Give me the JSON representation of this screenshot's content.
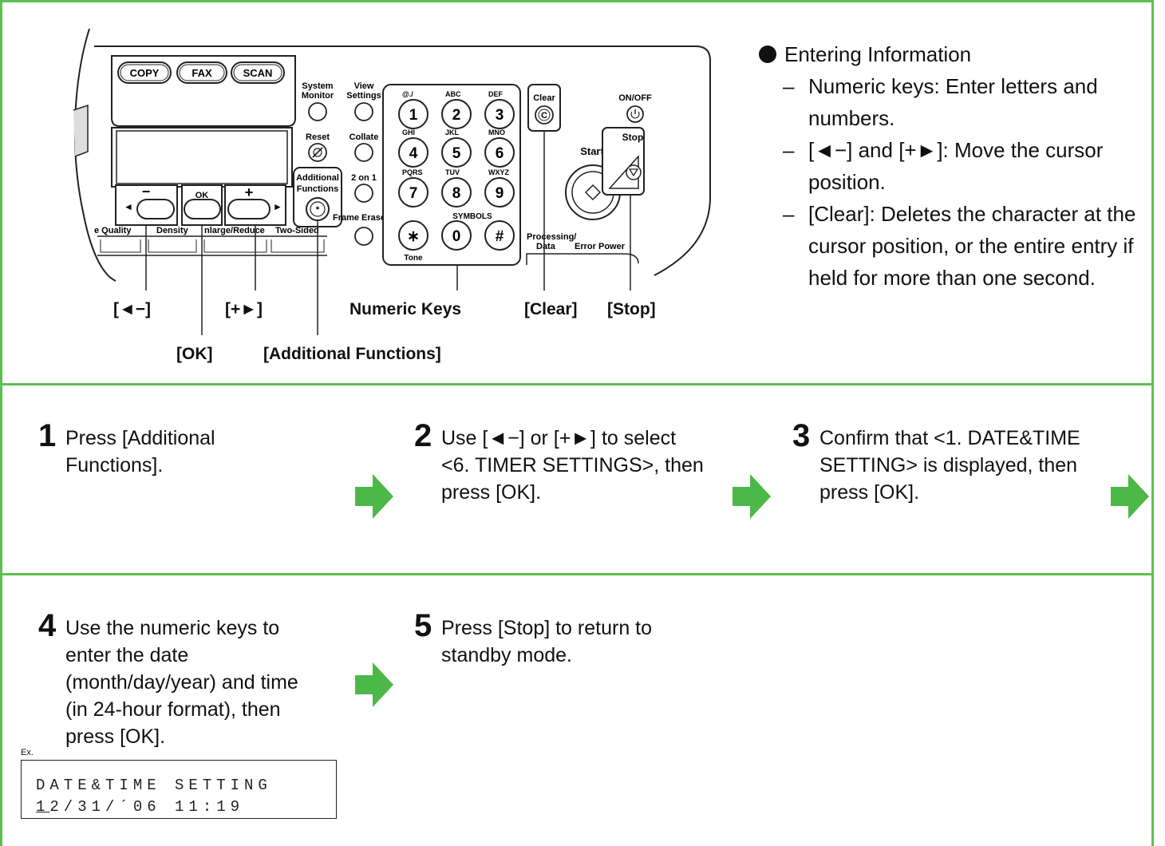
{
  "panel": {
    "mode_buttons": [
      "COPY",
      "FAX",
      "SCAN"
    ],
    "labels": {
      "system_monitor": [
        "System",
        "Monitor"
      ],
      "view_settings": [
        "View",
        "Settings"
      ],
      "reset": "Reset",
      "collate": "Collate",
      "two_on_one": "2 on 1",
      "additional_functions": [
        "Additional",
        "Functions"
      ],
      "frame_erase": "Frame Erase",
      "clear": "Clear",
      "clear_key": "C",
      "on_off": "ON/OFF",
      "stop": "Stop",
      "start": "Start",
      "processing_data": [
        "Processing/",
        "Data"
      ],
      "error": "Error",
      "power": "Power",
      "tone": "Tone",
      "symbols": "SYMBOLS",
      "ok": "OK",
      "minus": "−",
      "plus": "+",
      "bottom_row": [
        "e Quality",
        "Density",
        "nlarge/Reduce",
        "Two-Sided"
      ]
    },
    "keys": [
      {
        "letters": "@./",
        "digit": "1"
      },
      {
        "letters": "ABC",
        "digit": "2"
      },
      {
        "letters": "DEF",
        "digit": "3"
      },
      {
        "letters": "GHI",
        "digit": "4"
      },
      {
        "letters": "JKL",
        "digit": "5"
      },
      {
        "letters": "MNO",
        "digit": "6"
      },
      {
        "letters": "PQRS",
        "digit": "7"
      },
      {
        "letters": "TUV",
        "digit": "8"
      },
      {
        "letters": "WXYZ",
        "digit": "9"
      },
      {
        "letters": "",
        "digit": "∗"
      },
      {
        "letters": "",
        "digit": "0"
      },
      {
        "letters": "",
        "digit": "#"
      }
    ]
  },
  "callouts": {
    "left_arrow_key": "[◄−]",
    "right_arrow_key": "[+►]",
    "numeric_keys": "Numeric Keys",
    "clear": "[Clear]",
    "stop": "[Stop]",
    "ok": "[OK]",
    "additional_functions": "[Additional Functions]"
  },
  "info": {
    "heading": "Entering Information",
    "items": [
      "Numeric keys: Enter letters and numbers.",
      "[◄−] and [+►]: Move the cursor position.",
      "[Clear]: Deletes the character at the cursor position, or the entire entry if held for more than one second."
    ]
  },
  "steps": [
    {
      "num": "1",
      "text": "Press [Additional Functions]."
    },
    {
      "num": "2",
      "text": "Use [◄−] or [+►] to select <6. TIMER SETTINGS>, then press [OK]."
    },
    {
      "num": "3",
      "text": "Confirm that <1. DATE&TIME SETTING> is displayed, then press [OK]."
    },
    {
      "num": "4",
      "text": "Use the numeric keys to enter the date (month/day/year) and time (in 24-hour format), then press [OK]."
    },
    {
      "num": "5",
      "text": "Press [Stop] to return to standby mode."
    }
  ],
  "example": {
    "label": "Ex.",
    "line1": "DATE&TIME SETTING",
    "line2_cursor": "1",
    "line2_rest": "2/31/´06 11:19"
  },
  "colors": {
    "accent_green": "#5cc050",
    "arrow_green": "#4cb848"
  }
}
